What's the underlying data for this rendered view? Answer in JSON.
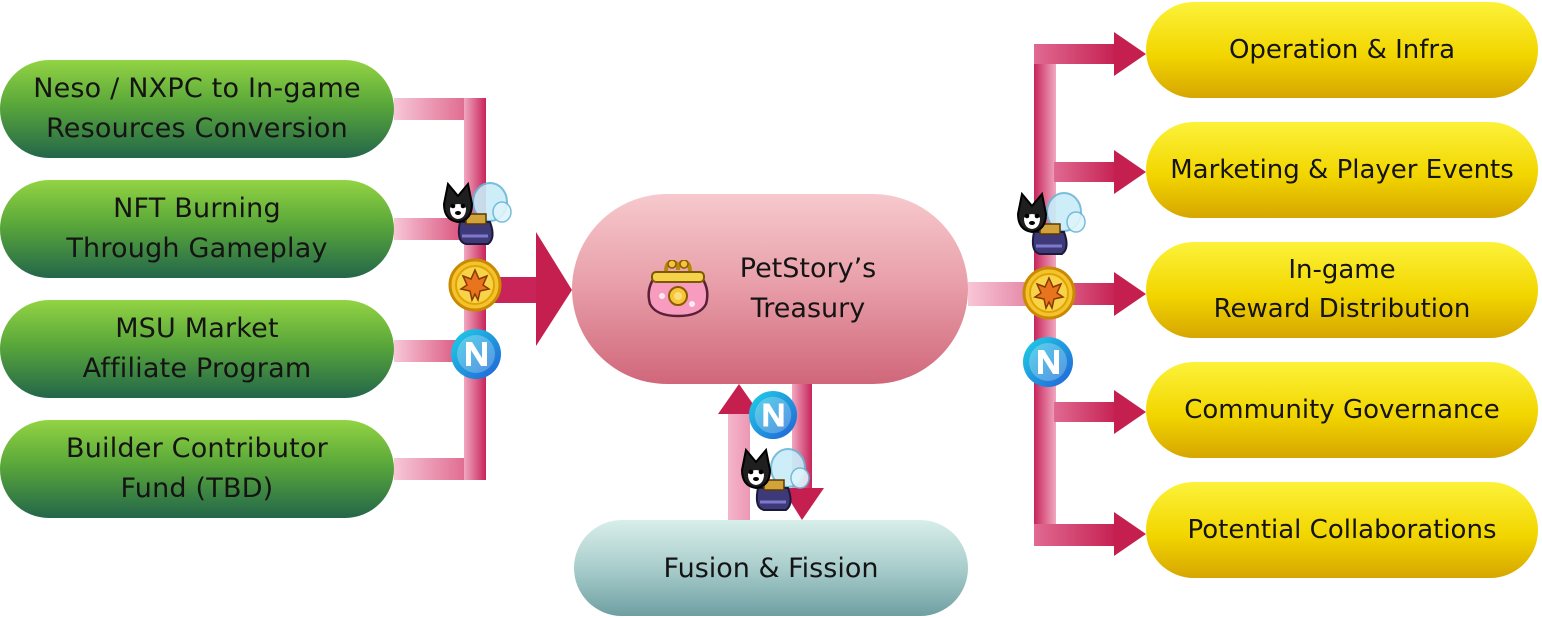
{
  "sources": [
    {
      "label": "Neso / NXPC to In-game\nResources Conversion"
    },
    {
      "label": "NFT Burning\nThrough Gameplay"
    },
    {
      "label": "MSU Market\nAffiliate Program"
    },
    {
      "label": "Builder Contributor\nFund (TBD)"
    }
  ],
  "treasury": {
    "label": "PetStory’s\nTreasury",
    "icon": "coin-purse-icon"
  },
  "fusion": {
    "label": "Fusion & Fission"
  },
  "uses": [
    {
      "label": "Operation & Infra"
    },
    {
      "label": "Marketing & Player Events"
    },
    {
      "label": "In-game\nReward Distribution"
    },
    {
      "label": "Community Governance"
    },
    {
      "label": "Potential Collaborations"
    }
  ],
  "tokens": [
    "husky-pet-icon",
    "maple-leaf-coin-icon",
    "nxpc-token-icon"
  ],
  "colors": {
    "flow_light": "#f2b3c6",
    "flow_dark": "#c82452",
    "arrow": "#c51f50"
  }
}
